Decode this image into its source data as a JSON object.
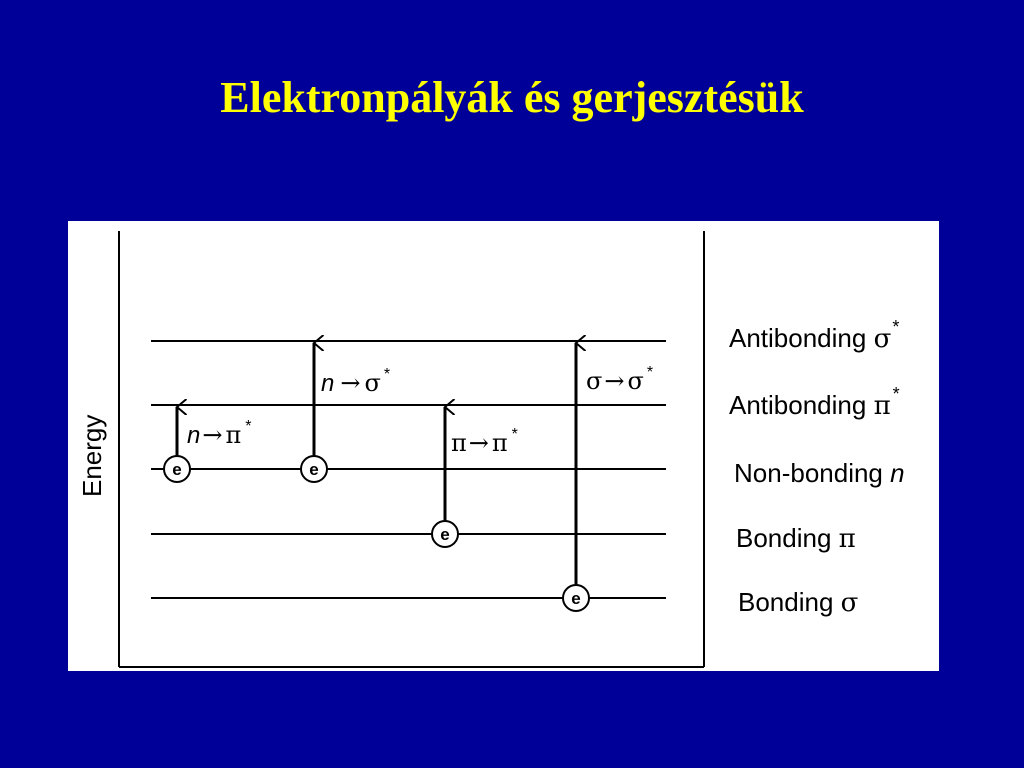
{
  "slide": {
    "title": "Elektronpályák és gerjesztésük",
    "title_color": "#FFFF00",
    "background_color": "#000099"
  },
  "diagram": {
    "axis_label": "Energy",
    "electron_symbol": "e",
    "levels": [
      {
        "id": "sigma-star",
        "label_text": "Antibonding ",
        "label_symbol": "σ",
        "label_sup": "*",
        "symbol_italic": false
      },
      {
        "id": "pi-star",
        "label_text": "Antibonding ",
        "label_symbol": "π",
        "label_sup": "*",
        "symbol_italic": false
      },
      {
        "id": "n",
        "label_text": "Non-bonding ",
        "label_symbol": "n",
        "label_sup": "",
        "symbol_italic": true
      },
      {
        "id": "pi",
        "label_text": "Bonding ",
        "label_symbol": "π",
        "label_sup": "",
        "symbol_italic": false
      },
      {
        "id": "sigma",
        "label_text": "Bonding ",
        "label_symbol": "σ",
        "label_sup": "",
        "symbol_italic": false
      }
    ],
    "transitions": [
      {
        "id": "n-to-pi-star",
        "from_symbol": "n",
        "from_italic": true,
        "arrow": "→",
        "to_symbol": "π",
        "to_sup": "*"
      },
      {
        "id": "n-to-sigma-star",
        "from_symbol": "n",
        "from_italic": true,
        "arrow": "→",
        "to_symbol": "σ",
        "to_sup": "*"
      },
      {
        "id": "pi-to-pi-star",
        "from_symbol": "π",
        "from_italic": false,
        "arrow": "→",
        "to_symbol": "π",
        "to_sup": "*"
      },
      {
        "id": "sigma-to-sigma-star",
        "from_symbol": "σ",
        "from_italic": false,
        "arrow": "→",
        "to_symbol": "σ",
        "to_sup": "*"
      }
    ]
  }
}
